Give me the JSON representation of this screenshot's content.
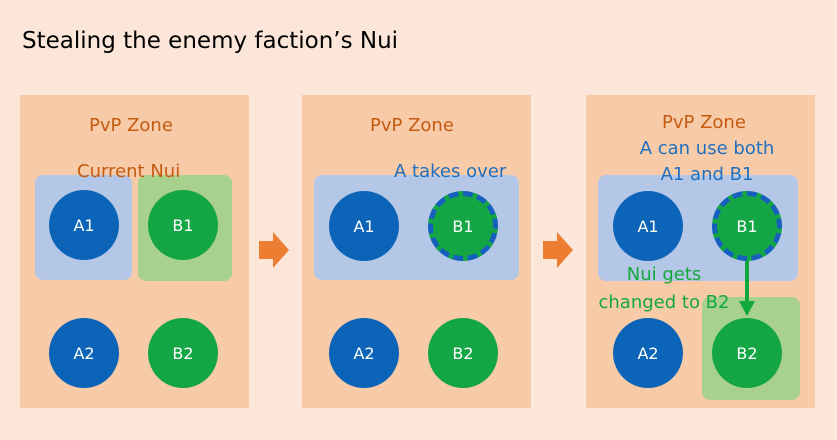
{
  "title": "Stealing the enemy faction’s Nui",
  "panels": [
    {
      "zone_label": "PvP Zone",
      "caption": "Current Nui",
      "nodes": {
        "a1": "A1",
        "b1": "B1",
        "a2": "A2",
        "b2": "B2"
      }
    },
    {
      "zone_label": "PvP Zone",
      "caption": "A takes over",
      "nodes": {
        "a1": "A1",
        "b1": "B1",
        "a2": "A2",
        "b2": "B2"
      }
    },
    {
      "zone_label": "PvP Zone",
      "caption_line1": "A can use both",
      "caption_line2": "A1 and B1",
      "change_line1": "Nui gets",
      "change_line2": "changed to B2",
      "nodes": {
        "a1": "A1",
        "b1": "B1",
        "a2": "A2",
        "b2": "B2"
      }
    }
  ],
  "colors": {
    "background": "#fbe6d9",
    "panel": "#f8cba8",
    "faction_a": "#0c64b8",
    "faction_b": "#14a544",
    "highlight_a": "#b4c7e7",
    "highlight_b": "#a9d18e",
    "zone_text": "#c55a11",
    "blue_text": "#1f6fbf",
    "green_text": "#13a83c",
    "flow_arrow": "#ed7d31"
  },
  "icons": {
    "flow": "right-arrow-icon",
    "change": "down-arrow-icon"
  }
}
